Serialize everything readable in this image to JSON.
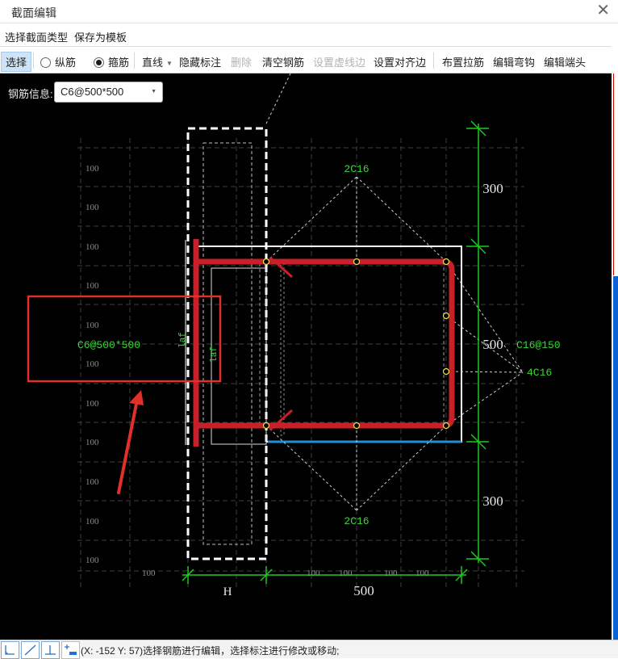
{
  "window": {
    "title": "截面编辑",
    "close_glyph": "✕"
  },
  "menu": {
    "items": [
      "选择截面类型",
      "保存为模板"
    ]
  },
  "toolbar": {
    "select": "选择",
    "longitudinal": "纵筋",
    "stirrup": "箍筋",
    "stirrup_checked": true,
    "line": "直线",
    "hide_annotation": "隐藏标注",
    "delete": "删除",
    "clear_rebar": "清空钢筋",
    "set_dashed_edge": "设置虚线边",
    "set_alignment_edge": "设置对齐边",
    "place_tie": "布置拉筋",
    "edit_hook": "编辑弯钩",
    "edit_end": "编辑端头"
  },
  "rebar_info": {
    "label": "钢筋信息:",
    "value": "C6@500*500"
  },
  "drawing": {
    "grid_label": "100",
    "top_rebar": "2C16",
    "bottom_rebar": "2C16",
    "stirrup_spacing": "C16@150",
    "side_rebar": "4C16",
    "left_stirrup_label": "C6@500*500",
    "laf_label": "laf",
    "dim_top": "300",
    "dim_middle": "500",
    "dim_bottom": "300",
    "dim_width": "500",
    "dim_h": "H",
    "colors": {
      "rebar": "#c8202a",
      "dim": "#1ec91e",
      "text_green": "#38d838",
      "edge_blue": "#1e90d8",
      "annotation_red": "#e0302a"
    }
  },
  "statusbar": {
    "coords": "(X: -152 Y: 57)",
    "message": "选择钢筋进行编辑，选择标注进行修改或移动;"
  }
}
